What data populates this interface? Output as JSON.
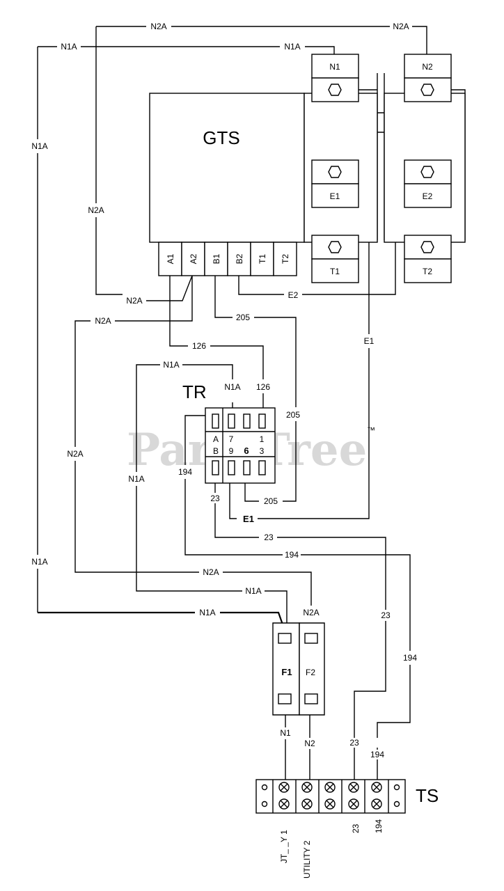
{
  "watermark": {
    "text": "PartsTree",
    "mark": "™"
  },
  "components": {
    "gts": {
      "label": "GTS",
      "terminals": [
        "A1",
        "A2",
        "B1",
        "B2",
        "T1",
        "T2"
      ]
    },
    "n1_contact": {
      "label": "N1"
    },
    "n2_contact": {
      "label": "N2"
    },
    "e1_contact": {
      "label": "E1"
    },
    "e2_contact": {
      "label": "E2"
    },
    "t1_contact": {
      "label": "T1"
    },
    "t2_contact": {
      "label": "T2"
    },
    "tr": {
      "label": "TR",
      "row_a": [
        "A",
        "7",
        "1"
      ],
      "row_b": [
        "B",
        "9",
        "6",
        "3"
      ]
    },
    "fuses": {
      "f1": "F1",
      "f2": "F2"
    },
    "ts": {
      "label": "TS",
      "bottom_labels": [
        "JT_ _Y 1",
        "UTILITY 2",
        "23",
        "194"
      ]
    }
  },
  "wire_labels": {
    "n2a": "N2A",
    "n1a": "N1A",
    "n1": "N1",
    "n2": "N2",
    "w126": "126",
    "w205": "205",
    "w194": "194",
    "w23": "23",
    "e1": "E1",
    "e2": "E2"
  }
}
